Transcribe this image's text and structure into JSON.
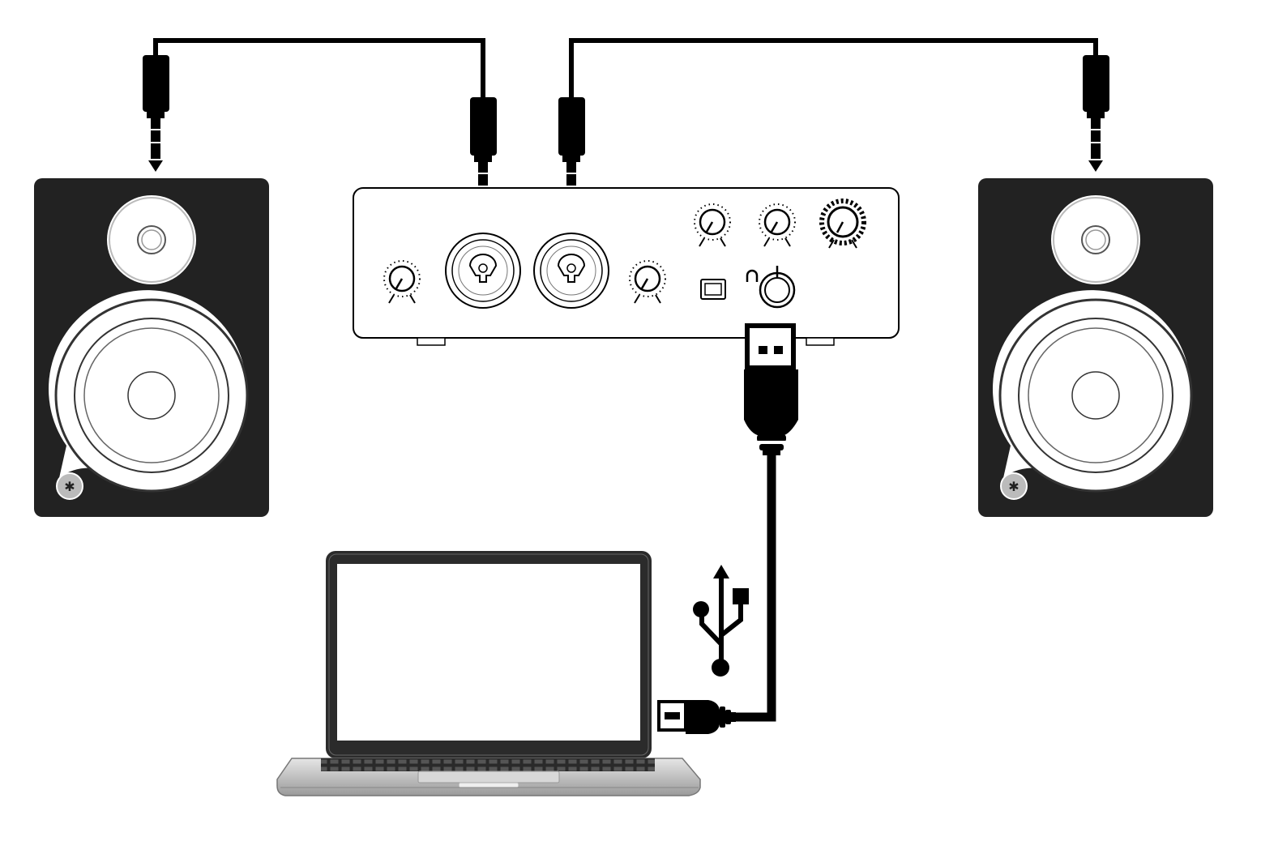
{
  "diagram": {
    "devices": [
      {
        "id": "left-monitor",
        "icon": "studio-monitor-speaker"
      },
      {
        "id": "audio-interface",
        "icon": "usb-audio-interface"
      },
      {
        "id": "right-monitor",
        "icon": "studio-monitor-speaker"
      },
      {
        "id": "laptop",
        "icon": "laptop-computer"
      }
    ],
    "connections": [
      {
        "from": "audio-interface",
        "to": "left-monitor",
        "cable": "quarter-inch-trs"
      },
      {
        "from": "audio-interface",
        "to": "right-monitor",
        "cable": "quarter-inch-trs"
      },
      {
        "from": "audio-interface",
        "to": "laptop",
        "cable": "usb"
      }
    ],
    "symbols": [
      {
        "icon": "usb-trident-icon"
      }
    ],
    "colors": {
      "ink": "#000000",
      "speaker_body": "#222222",
      "paper": "#ffffff",
      "laptop_silver": "#c8c8c8"
    }
  }
}
